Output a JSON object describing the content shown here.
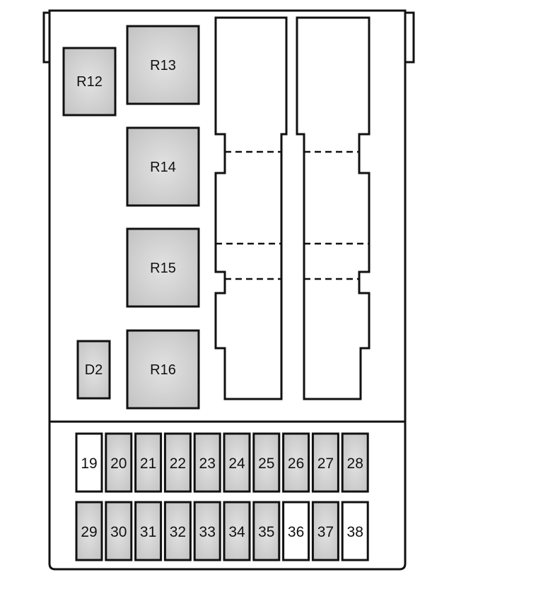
{
  "colors": {
    "outline": "#111111",
    "component_fill": "#cfcfcf",
    "empty_slot_fill": "#ffffff",
    "background": "#ffffff"
  },
  "relays": {
    "r12": "R12",
    "r13": "R13",
    "r14": "R14",
    "r15": "R15",
    "r16": "R16"
  },
  "diode": {
    "d2": "D2"
  },
  "fuses_top_row": [
    {
      "label": "19",
      "state": "empty"
    },
    {
      "label": "20",
      "state": "fitted"
    },
    {
      "label": "21",
      "state": "fitted"
    },
    {
      "label": "22",
      "state": "fitted"
    },
    {
      "label": "23",
      "state": "fitted"
    },
    {
      "label": "24",
      "state": "fitted"
    },
    {
      "label": "25",
      "state": "fitted"
    },
    {
      "label": "26",
      "state": "fitted"
    },
    {
      "label": "27",
      "state": "fitted"
    },
    {
      "label": "28",
      "state": "fitted"
    }
  ],
  "fuses_bottom_row": [
    {
      "label": "29",
      "state": "fitted"
    },
    {
      "label": "30",
      "state": "fitted"
    },
    {
      "label": "31",
      "state": "fitted"
    },
    {
      "label": "32",
      "state": "fitted"
    },
    {
      "label": "33",
      "state": "fitted"
    },
    {
      "label": "34",
      "state": "fitted"
    },
    {
      "label": "35",
      "state": "fitted"
    },
    {
      "label": "36",
      "state": "empty"
    },
    {
      "label": "37",
      "state": "fitted"
    },
    {
      "label": "38",
      "state": "empty"
    }
  ]
}
